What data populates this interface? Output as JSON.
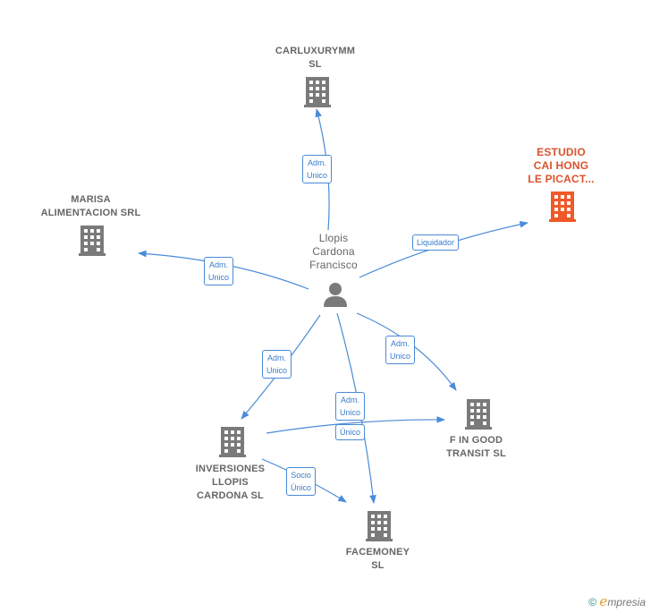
{
  "nodes": {
    "carluxurymm": [
      "CARLUXURYMM",
      "SL"
    ],
    "estudio": [
      "ESTUDIO",
      "CAI HONG",
      "LE PICACT..."
    ],
    "marisa": [
      "MARISA",
      "ALIMENTACION SRL"
    ],
    "llopis": [
      "Llopis",
      "Cardona",
      "Francisco"
    ],
    "fingood": [
      "F IN GOOD",
      "TRANSIT  SL"
    ],
    "inversiones": [
      "INVERSIONES",
      "LLOPIS",
      "CARDONA  SL"
    ],
    "facemoney": [
      "FACEMONEY",
      "SL"
    ]
  },
  "edges": {
    "to_carluxurymm": [
      "Adm.",
      "Unico"
    ],
    "to_estudio": [
      "Liquidador"
    ],
    "to_marisa": [
      "Adm.",
      "Unico"
    ],
    "to_inversiones": [
      "Adm.",
      "Unico"
    ],
    "to_fingood": [
      "Adm.",
      "Unico"
    ],
    "to_facemoney_a": [
      "Adm.",
      "Unico"
    ],
    "to_facemoney_b": [
      "Único"
    ],
    "socio": [
      "Socio",
      "Único"
    ]
  },
  "colors": {
    "building": "#7a7a7a",
    "highlight": "#f05a28",
    "edge": "#4a8ad8"
  },
  "brand": {
    "copyright": "©",
    "e": "e",
    "rest": "mpresia"
  }
}
